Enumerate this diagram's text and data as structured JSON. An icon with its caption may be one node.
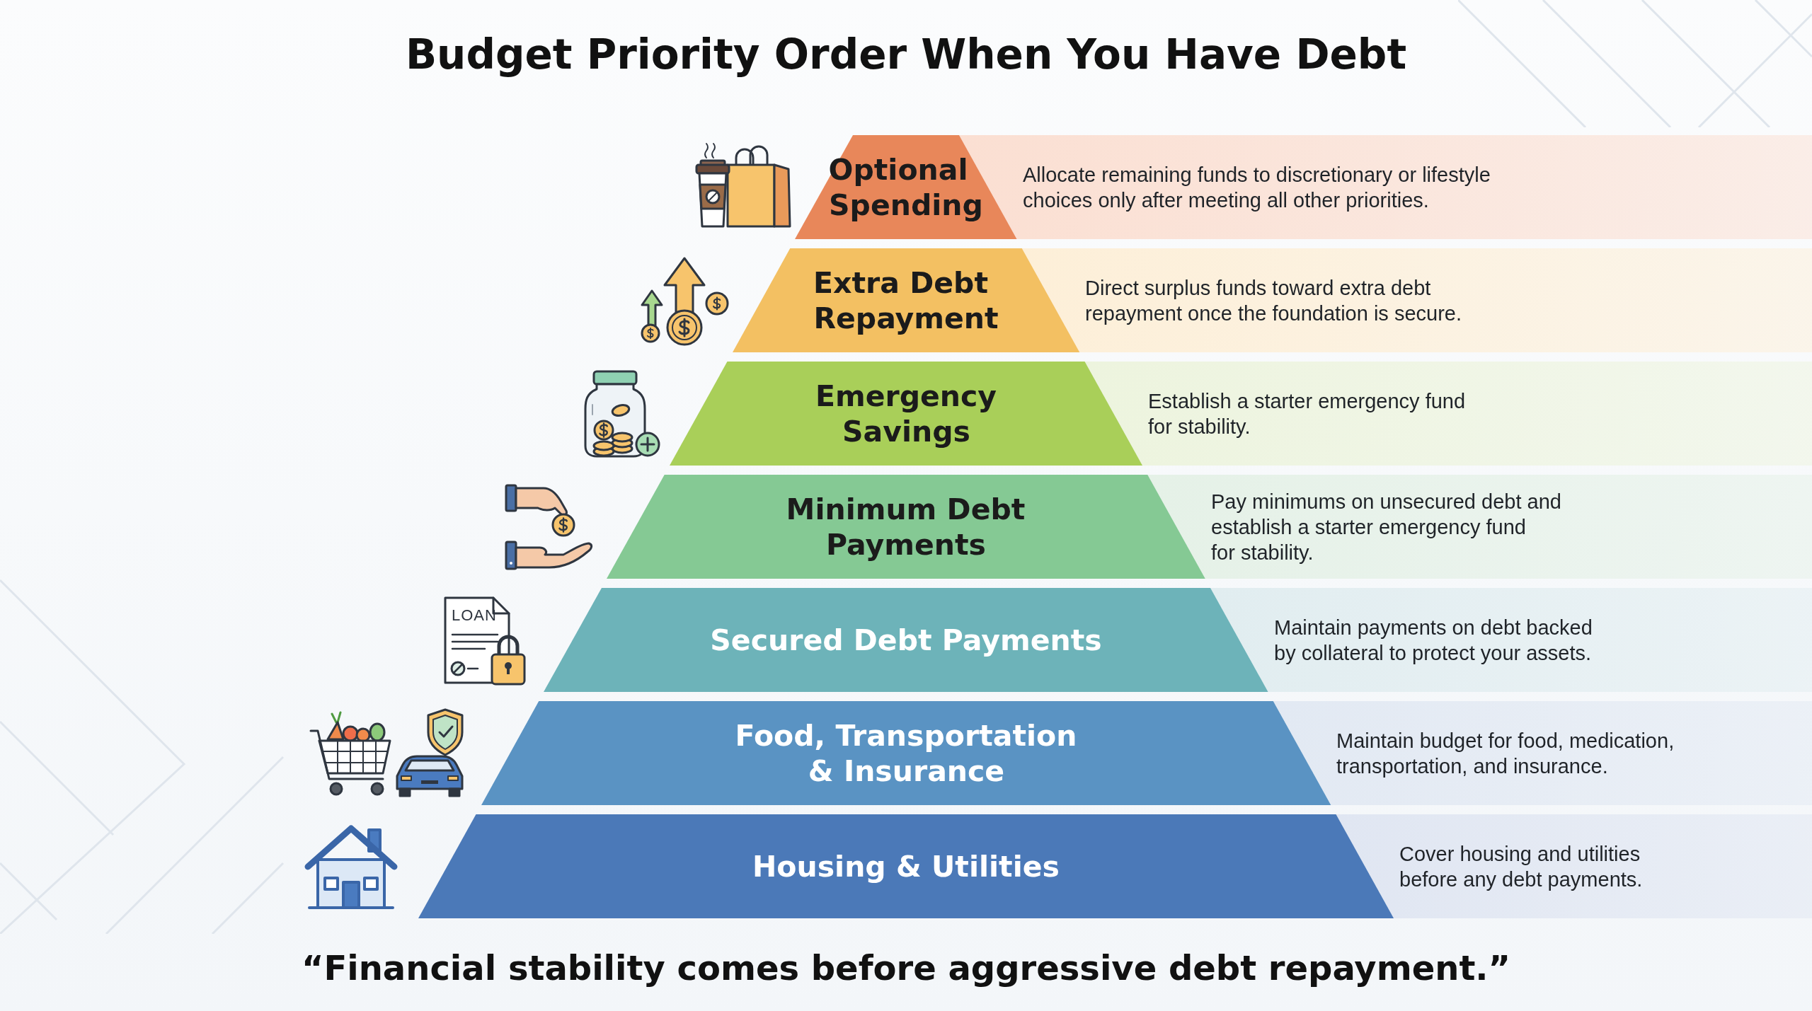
{
  "diagram": {
    "title": "Budget Priority Order When You Have Debt",
    "caption": "“Financial stability comes before aggressive debt repayment.”",
    "nodes": [
      {
        "text": [
          "Optional Spending",
          "Allocate remaining funds to discretionary or lifestyle choices only after meeting all other priorities."
        ]
      },
      {
        "text": [
          "Extra Debt Repayment",
          "Direct surplus funds toward extra debt repayment once the foundation is secure."
        ]
      },
      {
        "text": [
          "Emergency Savings",
          "Establish a starter emergency fund for stability."
        ]
      },
      {
        "text": [
          "Minimum Debt Payments",
          "Pay minimums on unsecured debt and establish a starter emergency fund for stability."
        ]
      },
      {
        "text": [
          "Secured Debt Payments",
          "Maintain payments on debt backed by collateral to protect your assets."
        ]
      },
      {
        "text": [
          "Food, Transportation & Insurance",
          "Maintain budget for food, medication, transportation, and insurance."
        ]
      },
      {
        "text": [
          "Housing & Utilities",
          "Cover housing and utilities before any debt payments."
        ]
      }
    ],
    "labels": [
      "LOAN"
    ]
  }
}
